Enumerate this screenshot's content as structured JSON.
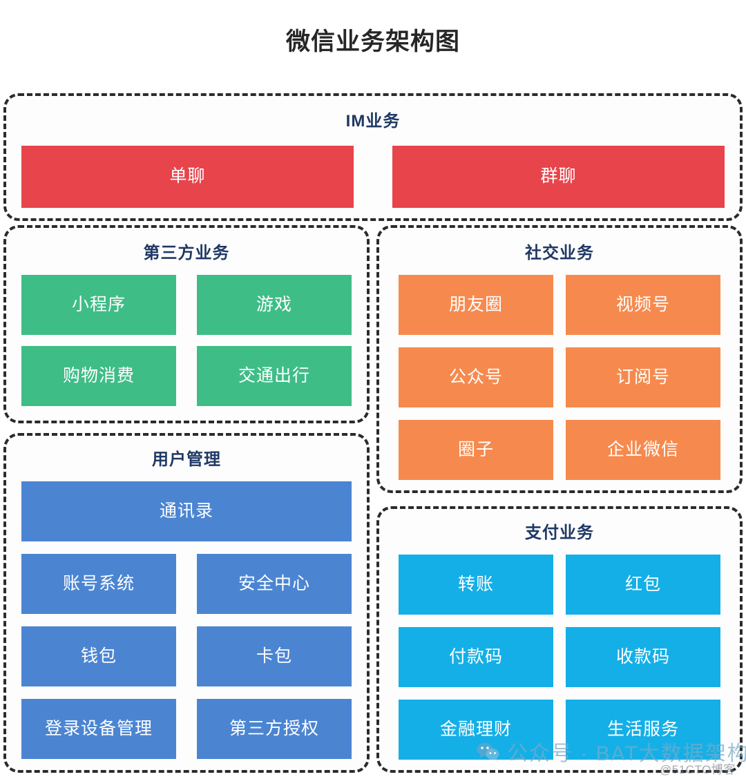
{
  "page": {
    "title": "微信业务架构图"
  },
  "colors": {
    "im_box": "#e8444b",
    "third_box": "#3fbd87",
    "social_box": "#f68a4e",
    "user_box": "#4b85d2",
    "pay_box": "#15afe7",
    "section_title": "#1f3864",
    "section_border": "#2b2b2b",
    "page_title": "#262626"
  },
  "sections": [
    {
      "id": "im",
      "title": "IM业务",
      "items": [
        {
          "label": "单聊"
        },
        {
          "label": "群聊"
        }
      ]
    },
    {
      "id": "third",
      "title": "第三方业务",
      "items": [
        {
          "label": "小程序"
        },
        {
          "label": "游戏"
        },
        {
          "label": "购物消费"
        },
        {
          "label": "交通出行"
        }
      ]
    },
    {
      "id": "social",
      "title": "社交业务",
      "items": [
        {
          "label": "朋友圈"
        },
        {
          "label": "视频号"
        },
        {
          "label": "公众号"
        },
        {
          "label": "订阅号"
        },
        {
          "label": "圈子"
        },
        {
          "label": "企业微信"
        }
      ]
    },
    {
      "id": "user",
      "title": "用户管理",
      "items": [
        {
          "label": "通讯录",
          "wide": true
        },
        {
          "label": "账号系统"
        },
        {
          "label": "安全中心"
        },
        {
          "label": "钱包"
        },
        {
          "label": "卡包"
        },
        {
          "label": "登录设备管理"
        },
        {
          "label": "第三方授权"
        }
      ]
    },
    {
      "id": "pay",
      "title": "支付业务",
      "items": [
        {
          "label": "转账"
        },
        {
          "label": "红包"
        },
        {
          "label": "付款码"
        },
        {
          "label": "收款码"
        },
        {
          "label": "金融理财"
        },
        {
          "label": "生活服务"
        }
      ]
    }
  ],
  "watermarks": {
    "main": "公众号 · BAT大数据架构",
    "brand": "@51CTO博客",
    "icon": "wechat-icon"
  }
}
